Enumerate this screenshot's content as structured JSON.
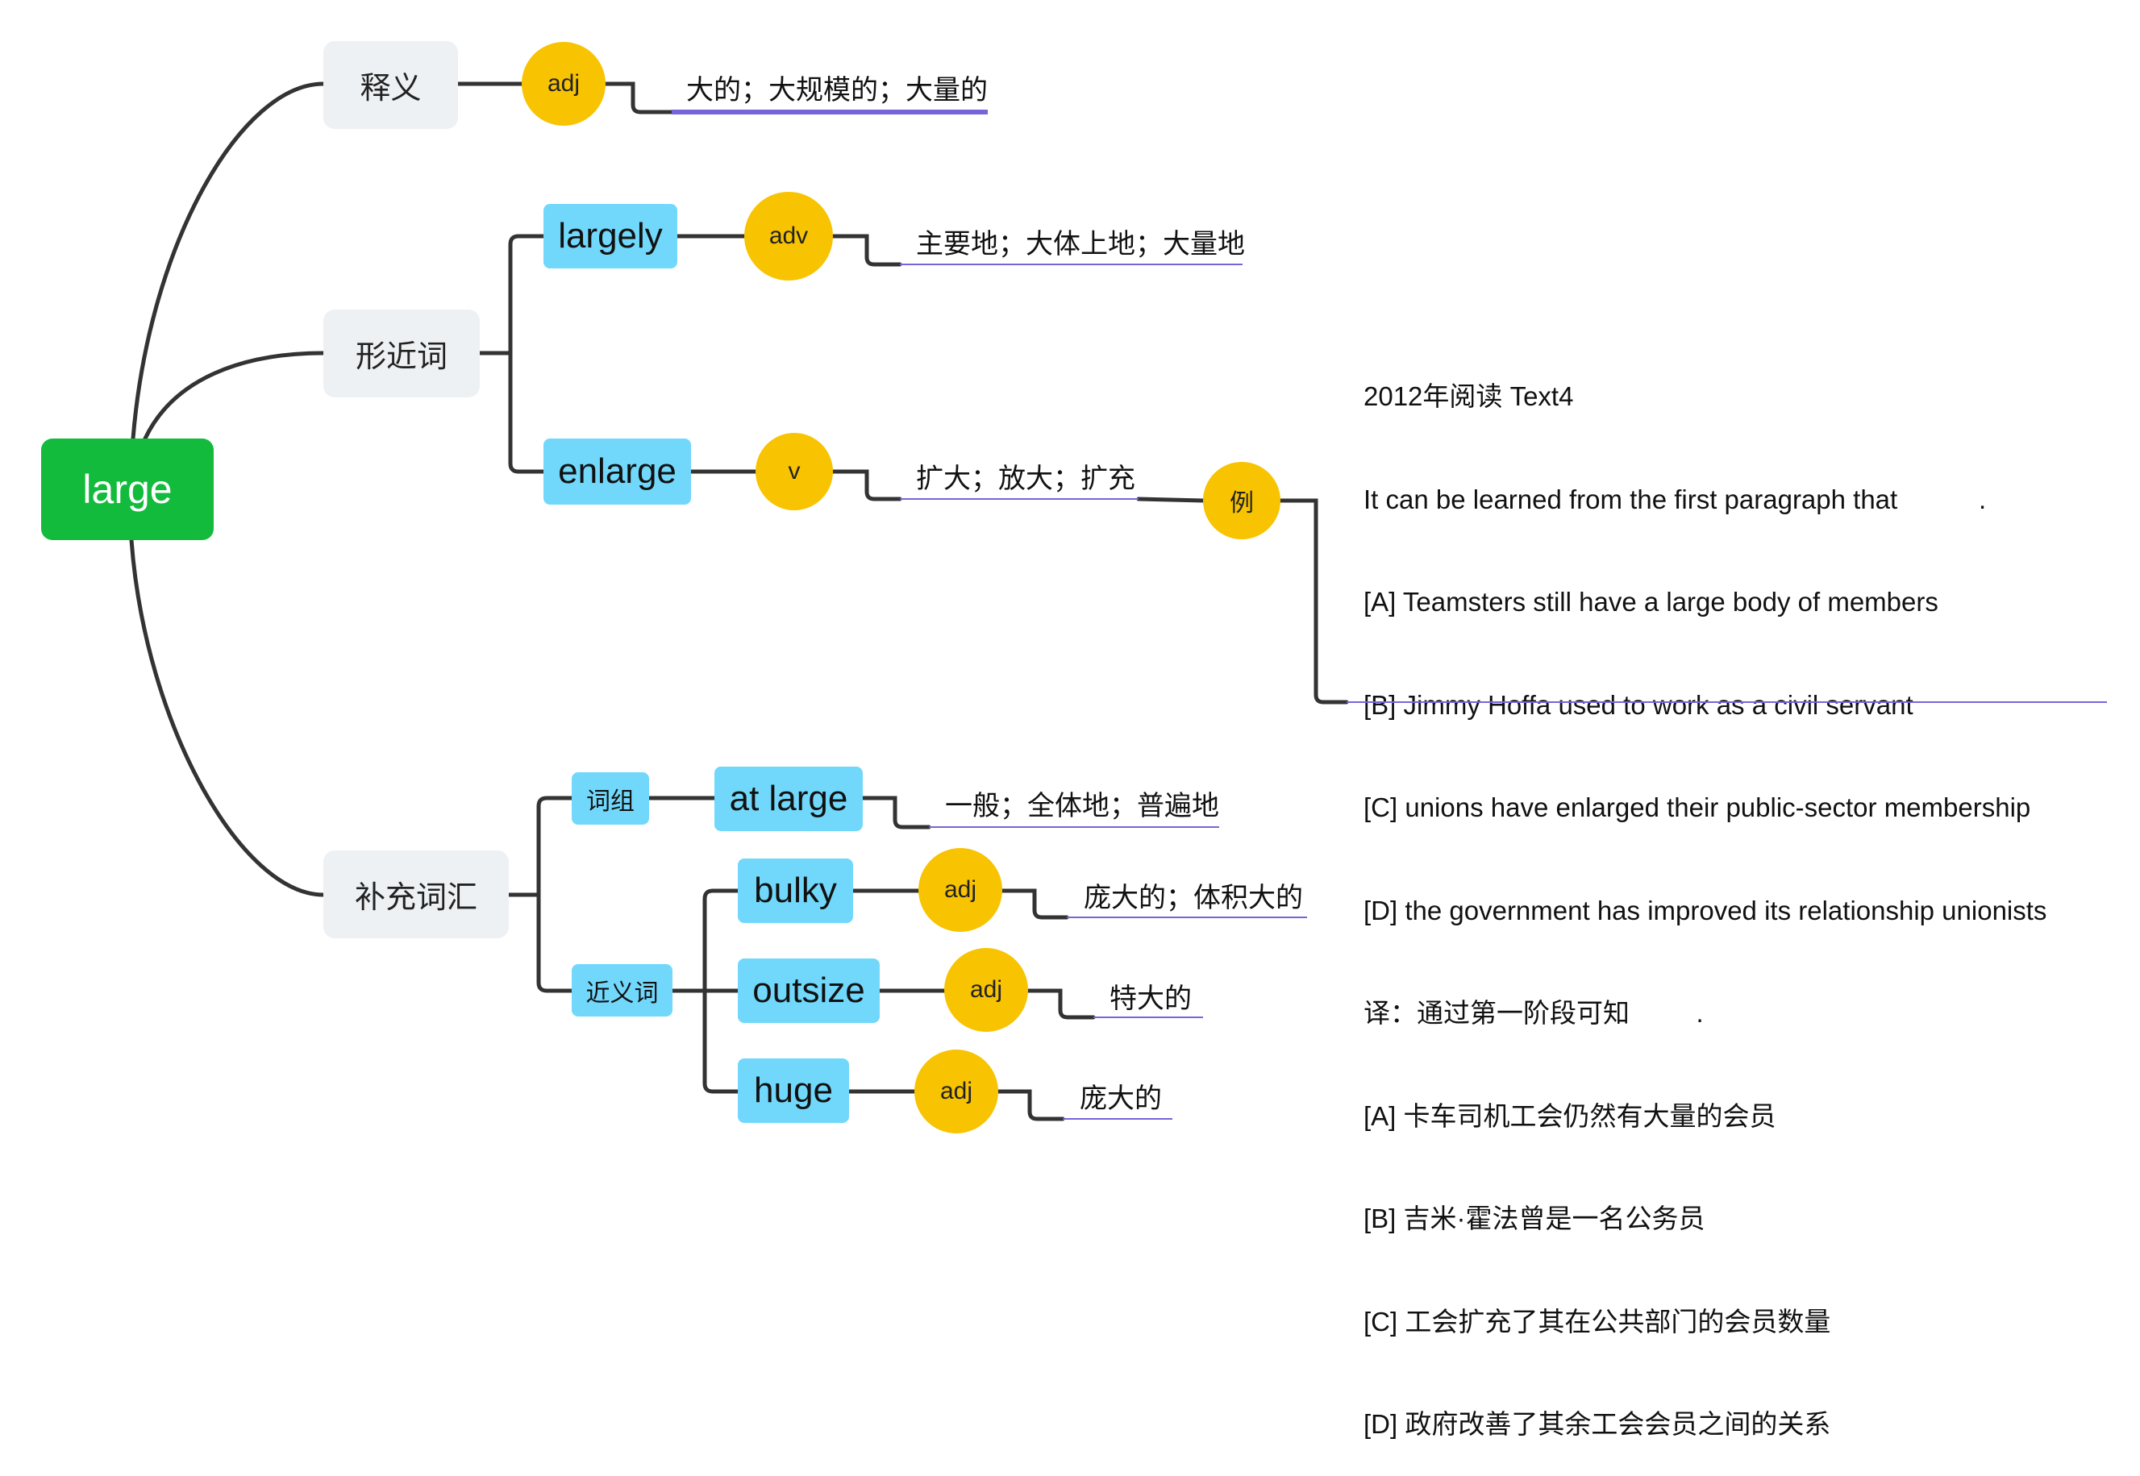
{
  "root": {
    "label": "large"
  },
  "branches": {
    "definition": {
      "label": "释义",
      "pos": "adj",
      "meaning": "大的；大规模的；大量的"
    },
    "similar_forms": {
      "label": "形近词",
      "words": [
        {
          "word": "largely",
          "pos": "adv",
          "meaning": "主要地；大体上地；大量地"
        },
        {
          "word": "enlarge",
          "pos": "v",
          "meaning": "扩大；放大；扩充",
          "example_tag": "例"
        }
      ],
      "example": {
        "lines": [
          "2012年阅读 Text4",
          "It can be learned from the first paragraph that           .",
          "[A] Teamsters still have a large body of members",
          "[B] Jimmy Hoffa used to work as a civil servant",
          "[C] unions have enlarged their public-sector membership",
          "[D] the government has improved its relationship unionists",
          "译：通过第一阶段可知         .",
          "[A] 卡车司机工会仍然有大量的会员",
          "[B] 吉米·霍法曾是一名公务员",
          "[C] 工会扩充了其在公共部门的会员数量",
          "[D] 政府改善了其余工会会员之间的关系"
        ]
      }
    },
    "supplementary": {
      "label": "补充词汇",
      "phrases": {
        "label": "词组",
        "items": [
          {
            "word": "at large",
            "meaning": "一般；全体地；普遍地"
          }
        ]
      },
      "synonyms": {
        "label": "近义词",
        "items": [
          {
            "word": "bulky",
            "pos": "adj",
            "meaning": "庞大的；体积大的"
          },
          {
            "word": "outsize",
            "pos": "adj",
            "meaning": "特大的"
          },
          {
            "word": "huge",
            "pos": "adj",
            "meaning": "庞大的"
          }
        ]
      }
    }
  },
  "colors": {
    "root": "#12bb3c",
    "category": "#eef1f4",
    "word": "#71d8fb",
    "pos": "#f8c301",
    "underline": "#7565d8",
    "connector": "#333333"
  }
}
